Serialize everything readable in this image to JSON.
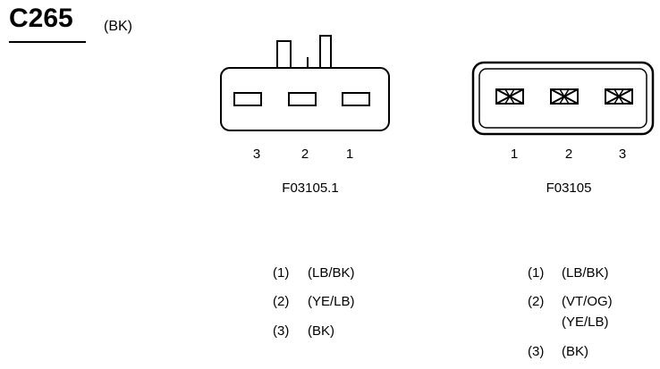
{
  "connector": {
    "id": "C265",
    "color": "(BK)"
  },
  "left_view": {
    "part_number": "F03105.1",
    "pin_labels": [
      "3",
      "2",
      "1"
    ],
    "pins": [
      {
        "num": "(1)",
        "wires": [
          "(LB/BK)"
        ]
      },
      {
        "num": "(2)",
        "wires": [
          "(YE/LB)"
        ]
      },
      {
        "num": "(3)",
        "wires": [
          "(BK)"
        ]
      }
    ]
  },
  "right_view": {
    "part_number": "F03105",
    "pin_labels": [
      "1",
      "2",
      "3"
    ],
    "pins": [
      {
        "num": "(1)",
        "wires": [
          "(LB/BK)"
        ]
      },
      {
        "num": "(2)",
        "wires": [
          "(VT/OG)",
          "(YE/LB)"
        ]
      },
      {
        "num": "(3)",
        "wires": [
          "(BK)"
        ]
      }
    ]
  }
}
